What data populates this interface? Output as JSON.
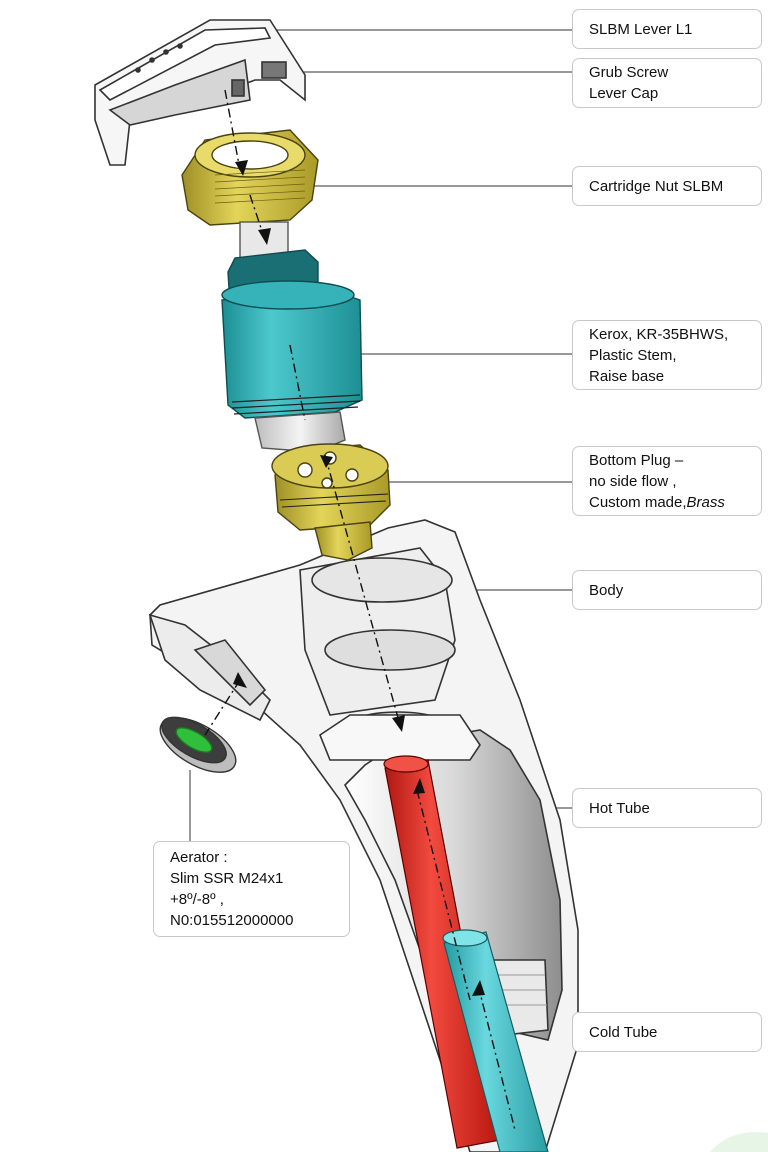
{
  "labels": {
    "lever": [
      "SLBM Lever L1"
    ],
    "grub": [
      "Grub Screw",
      "Lever Cap"
    ],
    "nut": [
      "Cartridge Nut SLBM"
    ],
    "cartridge": [
      "Kerox, KR-35BHWS,",
      "Plastic Stem,",
      "Raise base"
    ],
    "plug": [
      "Bottom Plug –",
      "no side flow ,",
      "Custom made,"
    ],
    "plug_italic": "Brass",
    "body": [
      "Body"
    ],
    "hot": [
      "Hot Tube"
    ],
    "aerator": [
      "Aerator :",
      "Slim SSR M24x1",
      "+8º/-8º ,",
      "N0:015512000000"
    ],
    "cold": [
      "Cold Tube"
    ]
  },
  "colors": {
    "brass": "#c9b93a",
    "cartridge": "#2aa6aa",
    "hot_tube": "#e3241c",
    "cold_tube": "#3cc1c9",
    "aerator_mesh": "#2fbf3a",
    "body": "#f2f2f2",
    "outline": "#333333"
  }
}
